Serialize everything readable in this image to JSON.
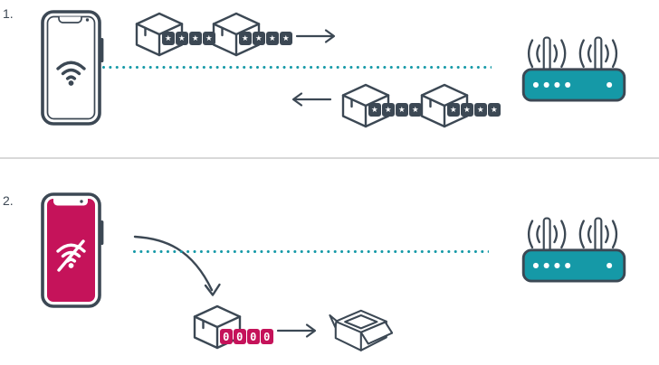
{
  "colors": {
    "ink": "#3C4854",
    "teal": "#1599A7",
    "crimson": "#C5135A",
    "divider": "#D8D8D8",
    "background": "#FFFFFF"
  },
  "step1": {
    "label": "1.",
    "phone_status": "wifi-connected",
    "packets_to_router": {
      "count": 2,
      "direction": "right",
      "lock_code": "★★★★"
    },
    "packets_to_phone": {
      "count": 2,
      "direction": "left",
      "lock_code": "★★★★"
    }
  },
  "step2": {
    "label": "2.",
    "phone_status": "wifi-disconnected",
    "replayed_packet": {
      "lock_code": "0000"
    },
    "result": "open-empty-box"
  },
  "icons": {
    "phone_connected": "smartphone-wifi-icon",
    "phone_disconnected": "smartphone-wifi-off-icon",
    "router": "wireless-router-icon",
    "packet": "locked-parcel-icon",
    "open_packet": "open-box-icon"
  }
}
